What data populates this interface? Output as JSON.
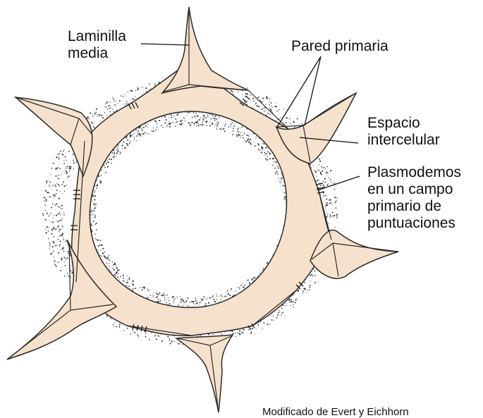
{
  "labels": {
    "laminilla_line1": "Laminilla",
    "laminilla_line2": "media",
    "pared_primaria": "Pared primaria",
    "espacio_line1": "Espacio",
    "espacio_line2": "intercelular",
    "plasmo_line1": "Plasmodemos",
    "plasmo_line2": "en un campo",
    "plasmo_line3": "primario de",
    "plasmo_line4": "puntuaciones"
  },
  "credit": "Modificado de Evert y Eichhorn",
  "colors": {
    "wall_fill": "#f6e1cc",
    "outline": "#2a2a2a",
    "stipple": "#333333",
    "background": "#ffffff"
  }
}
